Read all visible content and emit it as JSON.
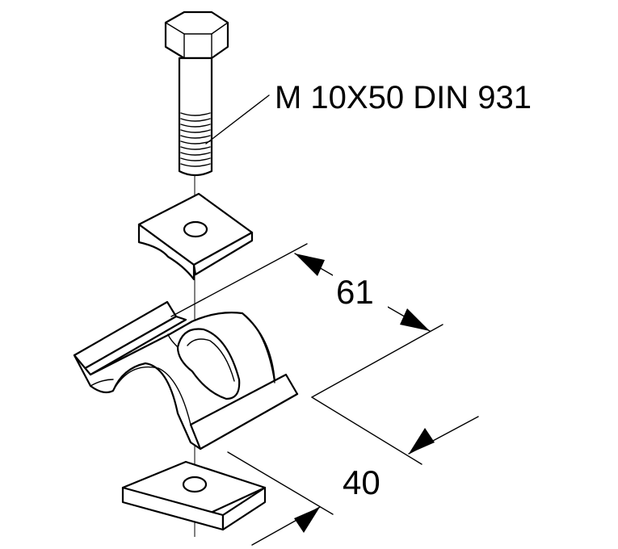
{
  "labels": {
    "bolt": "M 10X50 DIN 931",
    "dim_length": "61",
    "dim_width": "40"
  },
  "colors": {
    "line": "#000000",
    "background": "#ffffff"
  }
}
